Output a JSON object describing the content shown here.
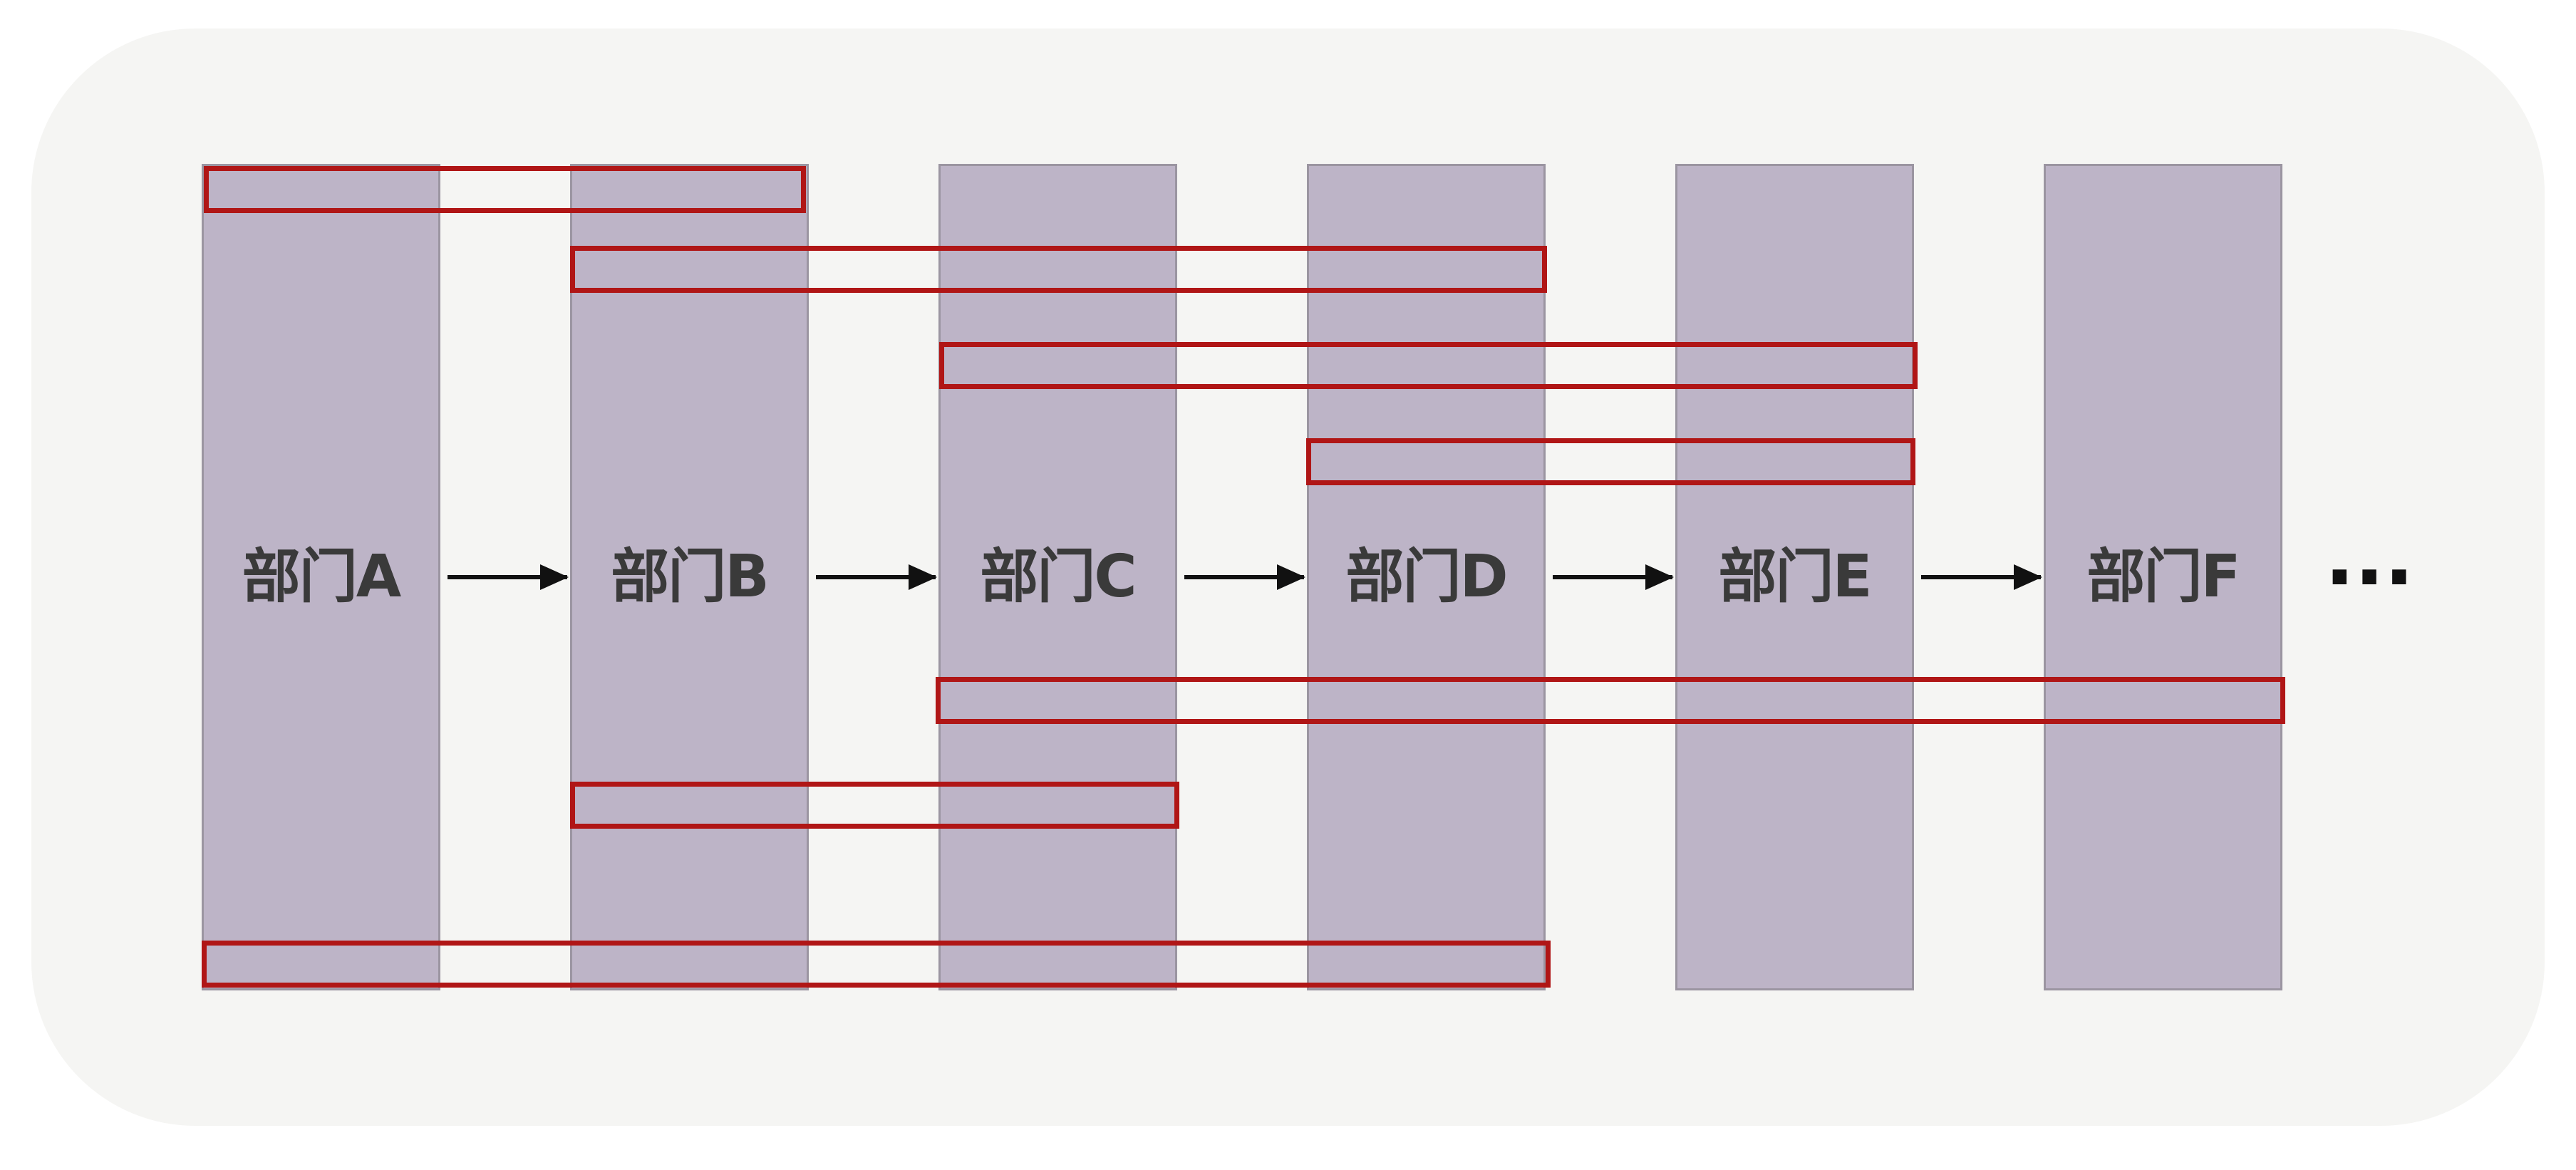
{
  "departments": [
    {
      "label": "部门A"
    },
    {
      "label": "部门B"
    },
    {
      "label": "部门C"
    },
    {
      "label": "部门D"
    },
    {
      "label": "部门E"
    },
    {
      "label": "部门F"
    }
  ],
  "continuation": "···",
  "colors": {
    "panel_background": "#f5f5f3",
    "column_fill": "#bdb4c7",
    "column_border": "#9b95a1",
    "flow_box_border": "#b01616",
    "arrow": "#111111",
    "label_text": "#3a3a3a"
  }
}
